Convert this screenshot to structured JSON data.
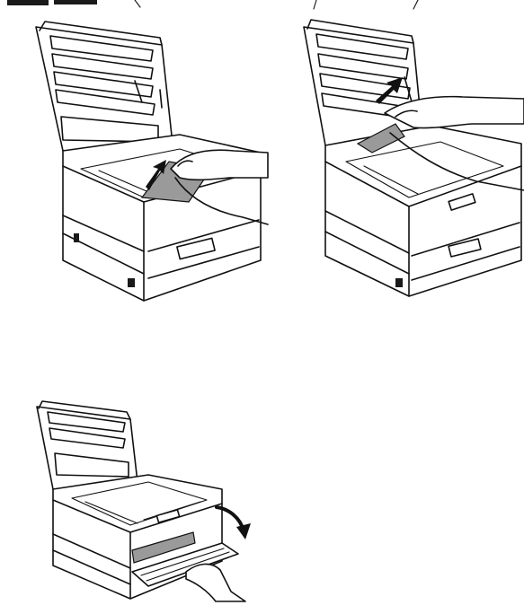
{
  "colors": {
    "line": "#111111",
    "paper_jam": "#9a9a9a",
    "background": "#ffffff"
  },
  "panels": [
    {
      "id": "step-1",
      "icons": [
        "printer-icon",
        "open-cover-icon",
        "jammed-paper-icon",
        "hands-icon",
        "up-arrow-icon"
      ]
    },
    {
      "id": "step-2",
      "icons": [
        "printer-icon",
        "open-cover-icon",
        "jammed-paper-icon",
        "hands-icon",
        "up-arrow-icon"
      ]
    },
    {
      "id": "step-3",
      "icons": [
        "printer-icon",
        "open-cover-icon",
        "open-side-door-icon",
        "jammed-paper-icon",
        "hand-icon",
        "curved-arrow-icon"
      ]
    }
  ]
}
